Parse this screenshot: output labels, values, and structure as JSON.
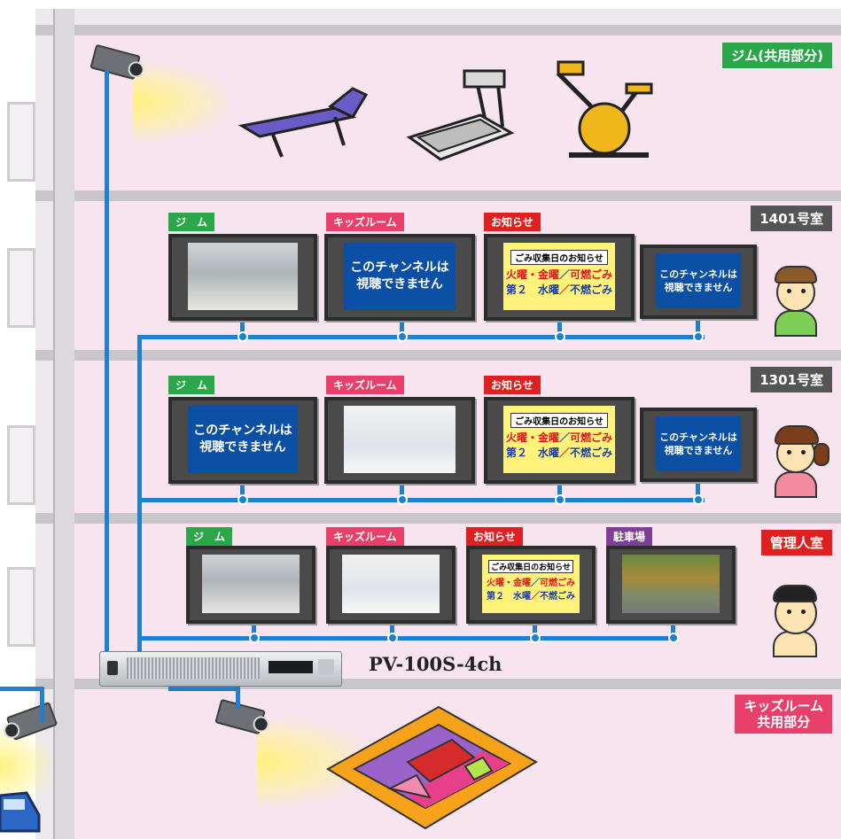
{
  "rooms": {
    "gym": "ジム(共用部分)",
    "r1401": "1401号室",
    "r1301": "1301号室",
    "mgmt": "管理人室",
    "kids_line1": "キッズルーム",
    "kids_line2": "共用部分"
  },
  "channels": {
    "gym": "ジ　ム",
    "kids": "キッズルーム",
    "info": "お知らせ",
    "parking": "駐車場"
  },
  "screens": {
    "blocked_l1": "このチャンネルは",
    "blocked_l2": "視聴できません",
    "notice_head": "ごみ収集日のお知らせ",
    "notice_a": "火曜・金曜",
    "notice_b": "可燃ごみ",
    "notice_c": "第２　水曜",
    "notice_d": "不燃ごみ",
    "slash": "／"
  },
  "device": {
    "model": "PV-100S-4ch"
  },
  "colors": {
    "gym_tag": "#2aa849",
    "kids_tag": "#e8406a",
    "info_tag": "#e02020",
    "parking_tag": "#7f3f98",
    "room_tag": "#555555",
    "mgmt_tag": "#e02020",
    "cable": "#1f7fd0",
    "blocked_screen": "#0b50a5",
    "notice_screen": "#fff27a"
  },
  "icons": [
    "security-camera-icon",
    "weight-bench-icon",
    "treadmill-icon",
    "exercise-bike-icon",
    "play-mat-icon",
    "resident-face-icon",
    "manager-face-icon",
    "car-icon"
  ]
}
